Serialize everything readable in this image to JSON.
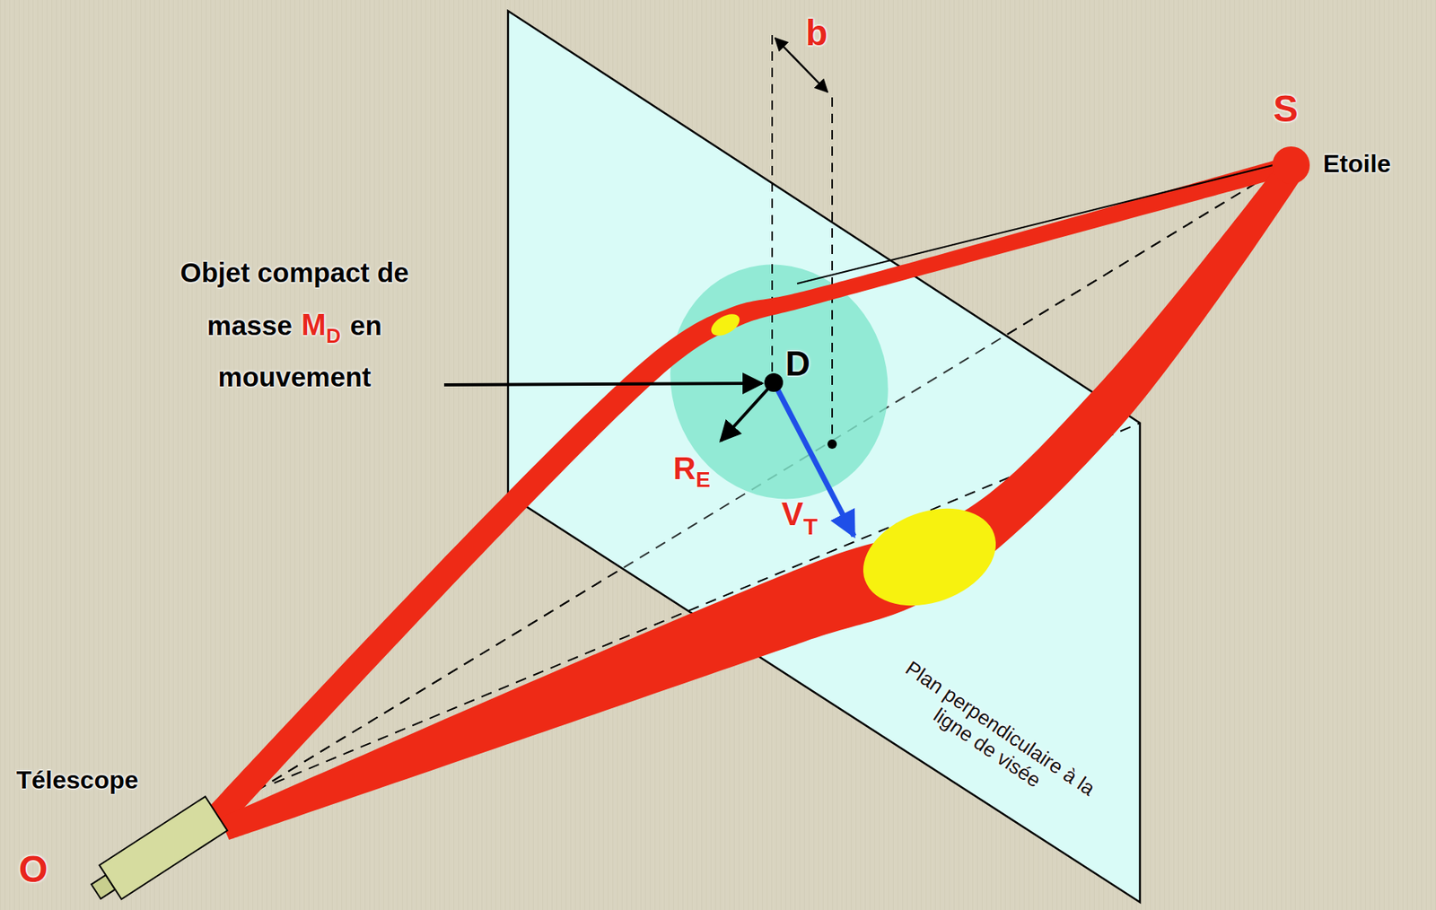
{
  "diagram": {
    "labels": [
      "b",
      "S",
      "Etoile",
      "Objet compact de",
      "masse",
      "M",
      "D",
      "en",
      "mouvement",
      "D",
      "R",
      "E",
      "V",
      "T",
      "Télescope",
      "O",
      "Plan perpendiculaire à la ligne de visée"
    ]
  }
}
